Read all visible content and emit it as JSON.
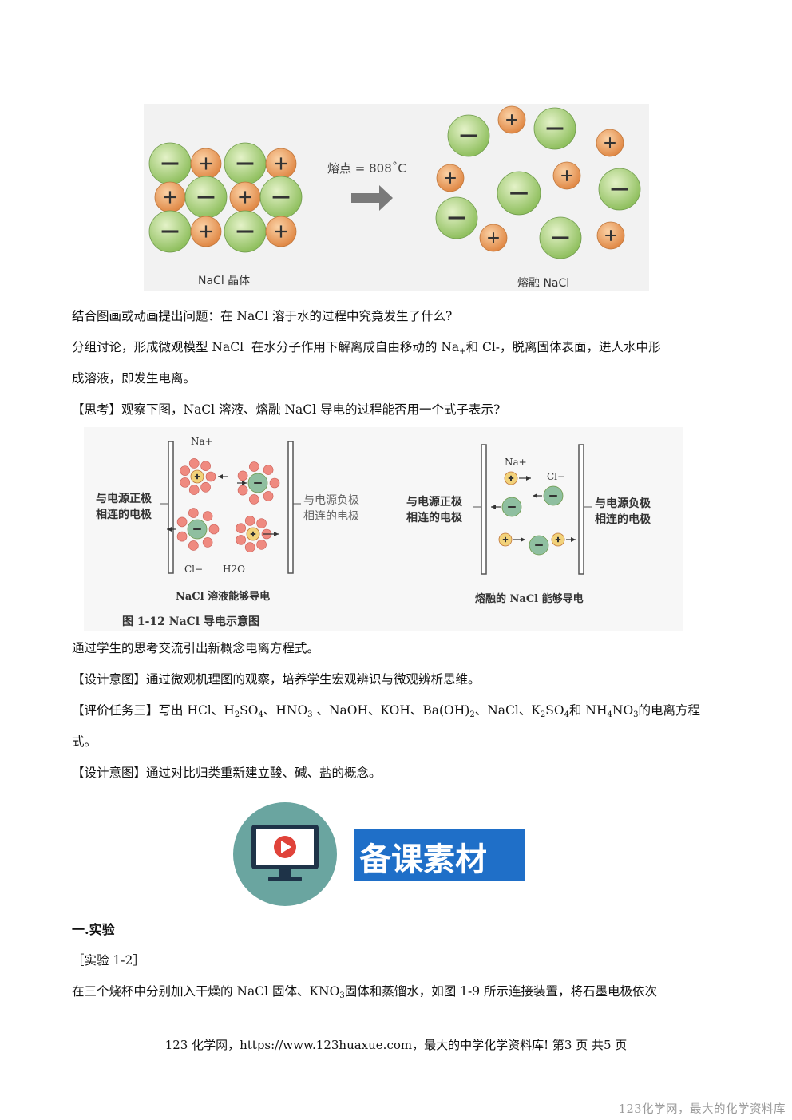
{
  "figure1": {
    "label_condition": "熔点 = 808˚C",
    "label_left": "NaCl 晶体",
    "label_right": "熔融 NaCl"
  },
  "paragraphs": {
    "p1": "结合图画或动画提出问题：在 NaCl 溶于水的过程中究竟发生了什么?",
    "p2_line1": "分组讨论，形成微观模型 NaCl  在水分子作用下解离成自由移动的 Na+和 Cl-，脱离固体表面，进人水中形",
    "p2_line2": "成溶液，即发生电离。",
    "p3": "【思考】观察下图，NaCl 溶液、熔融 NaCl 导电的过程能否用一个式子表示?",
    "p4": "通过学生的思考交流引出新概念电离方程式。",
    "p5": "【设计意图】通过微观机理图的观察，培养学生宏观辨识与微观辨析思维。",
    "p6_line1": "【评价任务三】写出 HCl、H2SO4、HNO3 、NaOH、KOH、Ba(OH)2、NaCl、K2SO4和 NH4NO3的电离方程",
    "p6_line2": "式。",
    "p7": "【设计意图】通过对比归类重新建立酸、碱、盐的概念。",
    "heading": "一.实验",
    "p8": "［实验 1-2］",
    "p9": "在三个烧杯中分别加入干燥的 NaCl 固体、KNO3固体和蒸馏水，如图 1-9 所示连接装置，将石墨电极依次"
  },
  "figure2": {
    "left_anode": [
      "与电源正极",
      "相连的电极"
    ],
    "left_cathode": [
      "与电源负极",
      "相连的电极"
    ],
    "left_caption": "NaCl 溶液能够导电",
    "right_anode": [
      "与电源正极",
      "相连的电极"
    ],
    "right_cathode": [
      "与电源负极",
      "相连的电极"
    ],
    "right_caption": "熔融的 NaCl 能够导电",
    "figure_caption": "图 1-12   NaCl 导电示意图",
    "label_na": "Na+",
    "label_cl": "Cl−",
    "label_h2o": "H2O"
  },
  "banner": {
    "text": "备课素材"
  },
  "footer": {
    "text": "123 化学网，https://www.123huaxue.com，最大的中学化学资料库!    第3 页  共5 页"
  },
  "watermark": {
    "text": "123化学网，最大的化学资料库"
  },
  "colors": {
    "anion": "#a8d07a",
    "cation": "#f0a060",
    "banner_blue": "#1f6fc8",
    "monitor_circle": "#6aa5a0"
  }
}
